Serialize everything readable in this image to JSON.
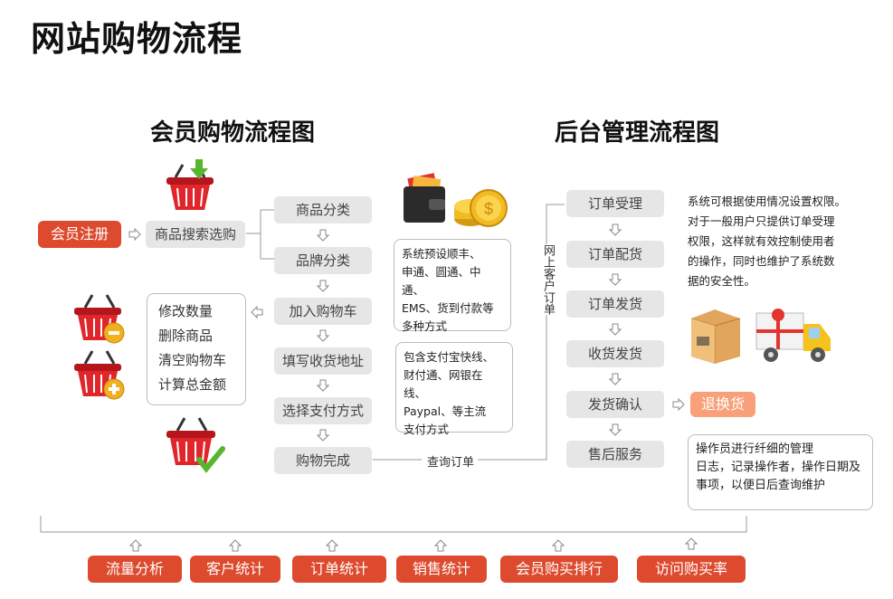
{
  "title": "网站购物流程",
  "member_heading": "会员购物流程图",
  "admin_heading": "后台管理流程图",
  "member": {
    "register": "会员注册",
    "search": "商品搜索选购",
    "steps": [
      "商品分类",
      "品牌分类",
      "加入购物车",
      "填写收货地址",
      "选择支付方式",
      "购物完成"
    ],
    "cart_ops": [
      "修改数量",
      "删除商品",
      "清空购物车",
      "计算总金额"
    ],
    "shipping_note": [
      "系统预设顺丰、",
      "申通、圆通、中通、",
      "EMS、货到付款等",
      "多种方式"
    ],
    "payment_note": [
      "包含支付宝快线、",
      "财付通、网银在线、",
      "Paypal、等主流",
      "支付方式"
    ],
    "query_order": "查询订单"
  },
  "admin": {
    "customer_order": "网上客户订单",
    "steps": [
      "订单受理",
      "订单配货",
      "订单发货",
      "收货发货",
      "发货确认",
      "售后服务"
    ],
    "return": "退换货",
    "permission_note": [
      "系统可根据使用情况设置权限。",
      "对于一般用户只提供订单受理",
      "权限，这样就有效控制使用者",
      "的操作，同时也维护了系统数",
      "据的安全性。"
    ],
    "log_note": [
      "操作员进行纤细的管理",
      "日志，记录操作者，操作日期及",
      "事项，以便日后查询维护"
    ]
  },
  "stats": [
    "流量分析",
    "客户统计",
    "订单统计",
    "销售统计",
    "会员购买排行",
    "访问购买率"
  ],
  "colors": {
    "accent": "#dd4a2e",
    "return": "#f7a07a",
    "pill": "#e6e6e6"
  },
  "icons": [
    "basket-download-icon",
    "wallet-icon",
    "gold-coins-icon",
    "basket-minus-icon",
    "basket-plus-icon",
    "basket-check-icon",
    "package-box-icon",
    "delivery-truck-icon"
  ]
}
